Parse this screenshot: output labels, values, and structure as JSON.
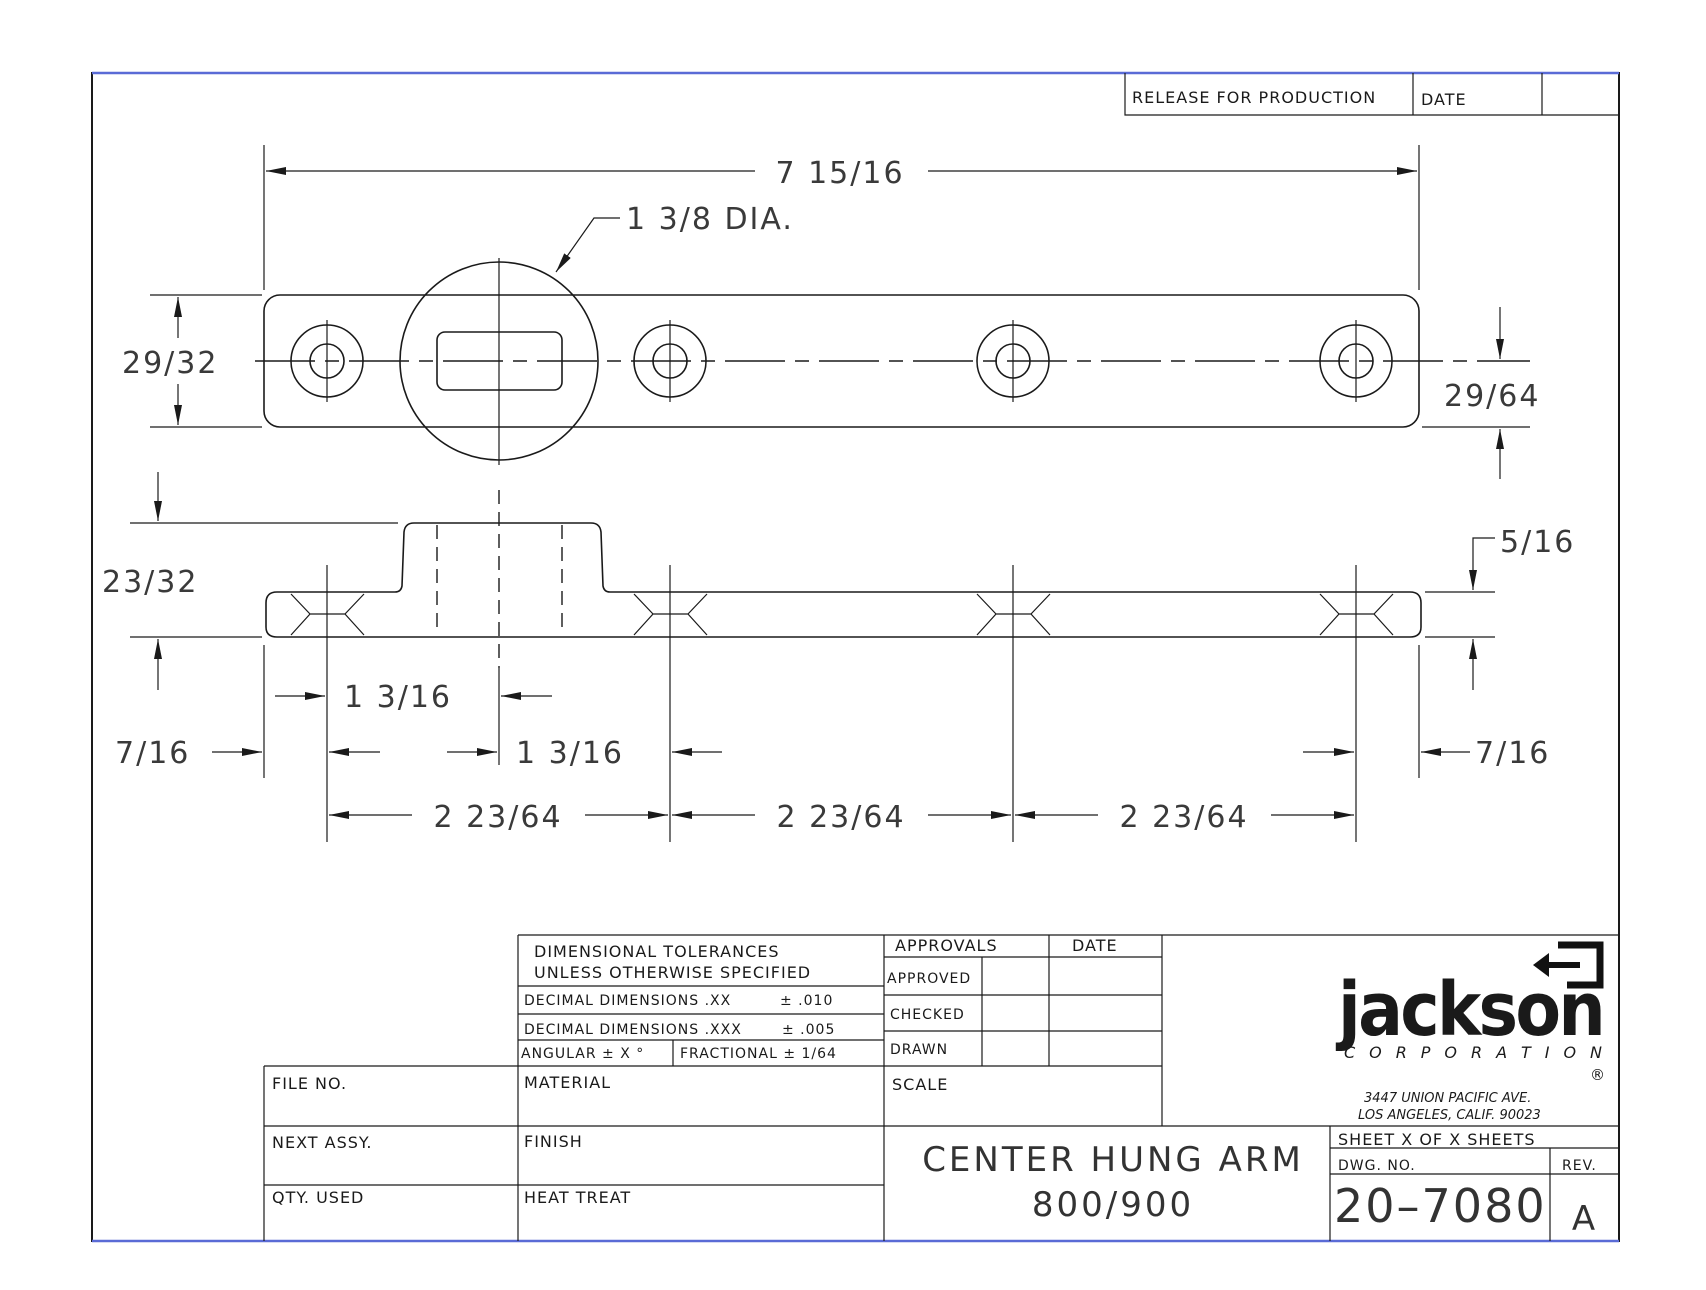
{
  "header": {
    "release_label": "RELEASE FOR PRODUCTION",
    "date_label": "DATE"
  },
  "dimensions": {
    "overall_length": "7 15/16",
    "hub_diameter": "1 3/8 DIA.",
    "plan_height": "29/32",
    "centerline_offset": "29/64",
    "side_height": "23/32",
    "bar_thickness": "5/16",
    "hub_left": "1 3/16",
    "hub_right": "1 3/16",
    "end_left": "7/16",
    "end_right": "7/16",
    "spacing_1": "2 23/64",
    "spacing_2": "2 23/64",
    "spacing_3": "2 23/64"
  },
  "title_block": {
    "tolerances_line1": "DIMENSIONAL  TOLERANCES",
    "tolerances_line2": "UNLESS  OTHERWISE  SPECIFIED",
    "decimal_xx": "DECIMAL  DIMENSIONS  .XX",
    "decimal_xx_tol": "± .010",
    "decimal_xxx": "DECIMAL  DIMENSIONS  .XXX",
    "decimal_xxx_tol": "± .005",
    "angular": "ANGULAR ± X °",
    "fractional": "FRACTIONAL   ± 1/64",
    "approvals_label": "APPROVALS",
    "approvals_date_label": "DATE",
    "approved_label": "APPROVED",
    "checked_label": "CHECKED",
    "drawn_label": "DRAWN",
    "scale_label": "SCALE",
    "file_no_label": "FILE  NO.",
    "material_label": "MATERIAL",
    "next_assy_label": "NEXT  ASSY.",
    "finish_label": "FINISH",
    "qty_used_label": "QTY.  USED",
    "heat_treat_label": "HEAT  TREAT",
    "title_line1": "CENTER  HUNG  ARM",
    "title_line2": "800/900",
    "sheet_label": "SHEET   X   OF   X  SHEETS",
    "dwg_no_label": "DWG.  NO.",
    "rev_label": "REV.",
    "dwg_no": "20–7080",
    "rev": "A"
  },
  "company": {
    "logo_text": "jackson",
    "corporation": "C O R P O R A T I O N",
    "registered": "®",
    "address_line1": "3447  UNION  PACIFIC  AVE.",
    "address_line2": "LOS  ANGELES,  CALIF.  90023"
  }
}
